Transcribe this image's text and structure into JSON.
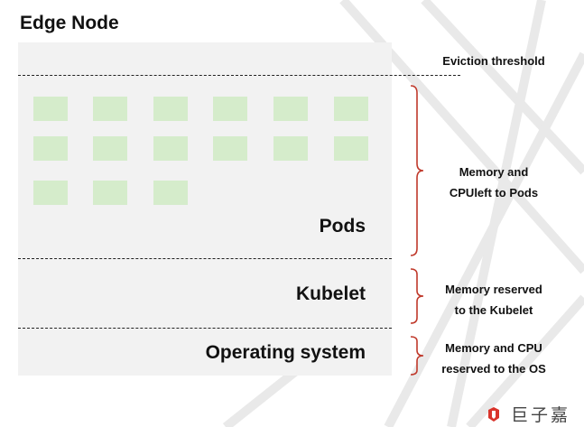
{
  "diagram": {
    "title": "Edge Node",
    "eviction_label": "Eviction threshold",
    "sections": {
      "pods": "Pods",
      "kubelet": "Kubelet",
      "os": "Operating system"
    },
    "notes": {
      "pods_line1": "Memory and",
      "pods_line2": "CPUleft to Pods",
      "kubelet_line1": "Memory reserved",
      "kubelet_line2": "to the Kubelet",
      "os_line1": "Memory and CPU",
      "os_line2": "reserved to the OS"
    },
    "pod_color": "#d5eccb",
    "brace_color": "#c0392b"
  },
  "brand": {
    "logo_text": "巨子嘉",
    "logo_icon": "brand-logo-icon",
    "logo_color": "#d9342b"
  }
}
